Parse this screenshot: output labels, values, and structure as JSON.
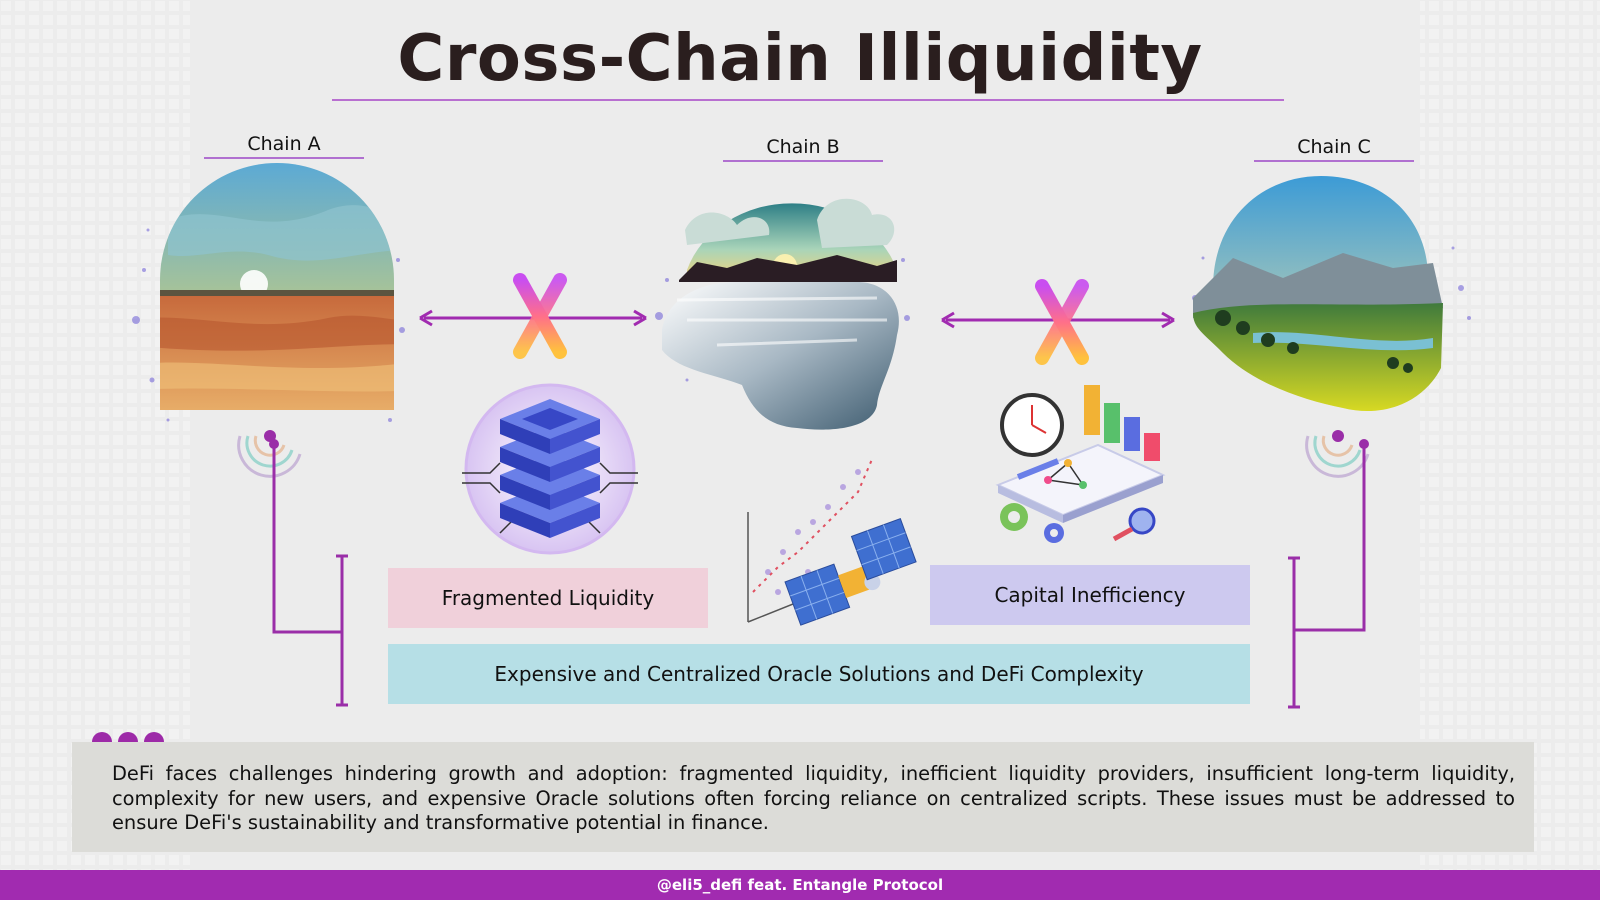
{
  "title": "Cross-Chain Illiquidity",
  "chains": [
    {
      "label": "Chain A"
    },
    {
      "label": "Chain B"
    },
    {
      "label": "Chain C"
    }
  ],
  "issues": {
    "fragmented": "Fragmented Liquidity",
    "capital": "Capital Inefficiency",
    "oracle": "Expensive and Centralized Oracle Solutions and DeFi Complexity"
  },
  "description": "DeFi faces challenges hindering growth and adoption: fragmented liquidity, inefficient liquidity providers, insufficient long-term liquidity, complexity for new users, and expensive Oracle solutions often forcing reliance on centralized scripts. These issues must be addressed to ensure DeFi's sustainability and transformative potential in finance.",
  "footer": "@eli5_defi feat. Entangle Protocol",
  "colors": {
    "accent": "#a12bb0",
    "rule": "#b86fd0",
    "fragmented_box": "#f0d0da",
    "capital_box": "#cdc9ef",
    "oracle_box": "#b6dfe6",
    "connector": "#9a2ea8"
  },
  "icons": [
    "server-icon",
    "satellite-chart-icon",
    "analytics-icon",
    "cross-mark-icon",
    "double-arrow-icon"
  ]
}
